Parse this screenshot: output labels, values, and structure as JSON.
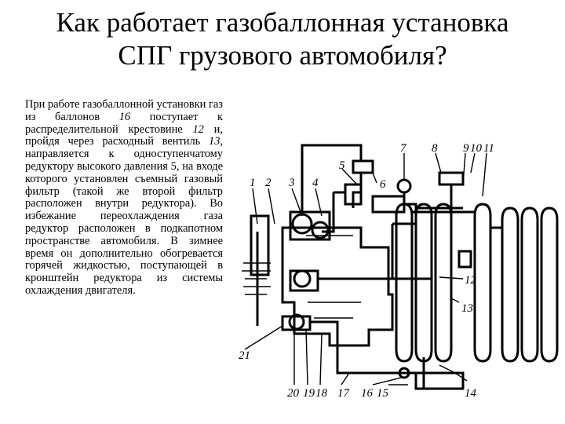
{
  "slide": {
    "title_line1": "Как работает газобаллонная установка",
    "title_line2": "СПГ грузового автомобиля?",
    "body": {
      "t1": "При работе газобаллонной установки газ из баллонов ",
      "n1": "16",
      "t2": " поступает к распределительной крестовине ",
      "n2": "12",
      "t3": " и, пройдя через расходный вентиль ",
      "n3": "13",
      "t4": ", направляется к одноступенчатому редуктору высокого давления 5, на входе которого установлен съемный газовый фильтр (такой же второй фильтр расположен внутри редуктора). Во избежание переохлаждения газа редуктор расположен в подкапотном пространстве автомобиля. В зимнее время он дополнительно обогревается горячей жидкостью, поступающей в кронштейн редуктора из системы охлаждения двигателя."
    }
  },
  "diagram": {
    "labels": {
      "l1": "1",
      "l2": "2",
      "l3": "3",
      "l4": "4",
      "l5": "5",
      "l6": "6",
      "l7": "7",
      "l8": "8",
      "l9": "9",
      "l10": "10",
      "l11": "11",
      "l12": "12",
      "l13": "13",
      "l14": "14",
      "l15": "15",
      "l16": "16",
      "l17": "17",
      "l18": "18",
      "l19": "19",
      "l20": "20",
      "l21": "21"
    }
  }
}
